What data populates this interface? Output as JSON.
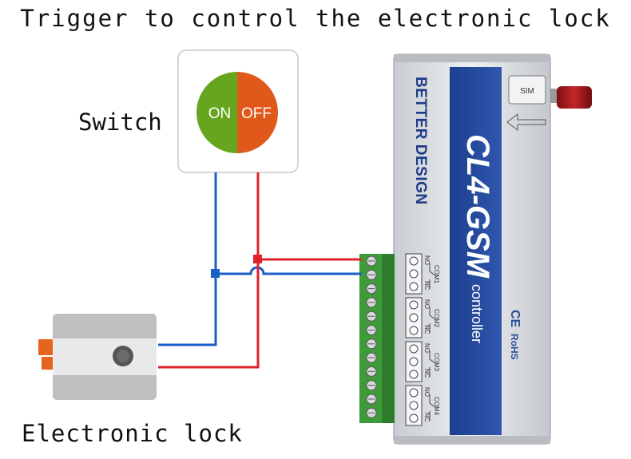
{
  "title": "Trigger to control the electronic lock",
  "labels": {
    "switch": "Switch",
    "lock": "Electronic lock"
  },
  "switch_device": {
    "on_text": "ON",
    "off_text": "OFF",
    "on_color": "#66a61e",
    "off_color": "#e0591a"
  },
  "controller": {
    "brand": "BETTER DESIGN",
    "model": "CL4-GSM",
    "subtitle": "controller",
    "sim_label": "SIM",
    "ce_label": "CE",
    "rohs_label": "RoHS",
    "relays": [
      {
        "name": "COM1",
        "no": "NO",
        "nc": "NC"
      },
      {
        "name": "COM2",
        "no": "NO",
        "nc": "NC"
      },
      {
        "name": "COM3",
        "no": "NO",
        "nc": "NC"
      },
      {
        "name": "COM4",
        "no": "NO",
        "nc": "NC"
      }
    ]
  },
  "wires": {
    "blue": "#1a5fc7",
    "red": "#e02128"
  }
}
